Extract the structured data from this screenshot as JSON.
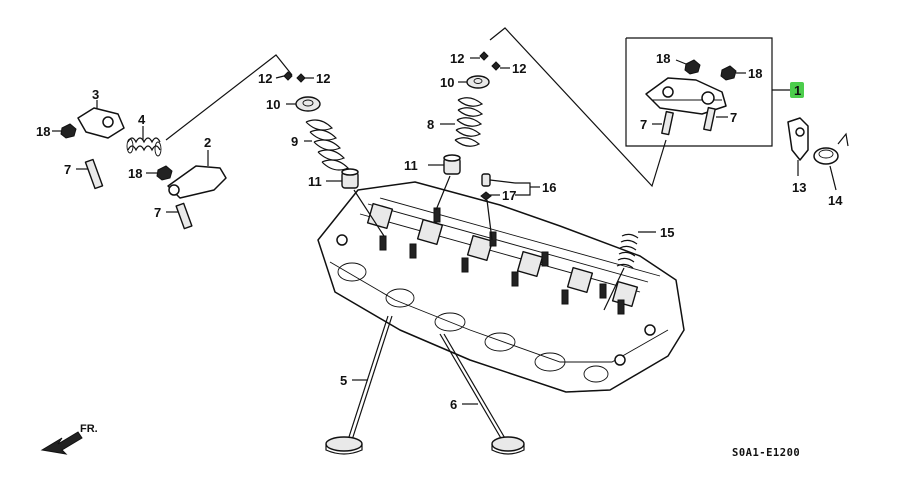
{
  "diagram": {
    "code": "S0A1-E1200",
    "direction_label": "FR.",
    "highlight_color": "#4ccd4c",
    "callouts": {
      "c1": "1",
      "c2": "2",
      "c3": "3",
      "c4": "4",
      "c5": "5",
      "c6": "6",
      "c7a": "7",
      "c7b": "7",
      "c7c": "7",
      "c7d": "7",
      "c8": "8",
      "c9": "9",
      "c10a": "10",
      "c10b": "10",
      "c11a": "11",
      "c11b": "11",
      "c12a": "12",
      "c12b": "12",
      "c12c": "12",
      "c12d": "12",
      "c13": "13",
      "c14": "14",
      "c15": "15",
      "c16": "16",
      "c17": "17",
      "c18a": "18",
      "c18b": "18",
      "c18c": "18",
      "c18d": "18"
    }
  }
}
